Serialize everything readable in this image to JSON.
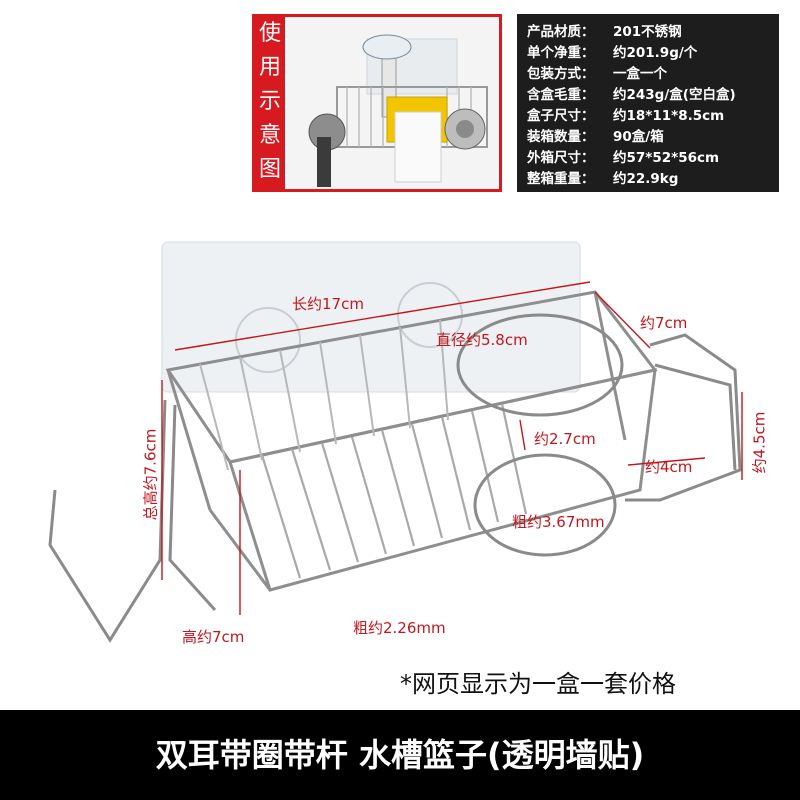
{
  "usage_panel": {
    "label_chars": [
      "使",
      "用",
      "示",
      "意",
      "图"
    ]
  },
  "specs": [
    {
      "label": "产品材质：",
      "value": "201不锈钢"
    },
    {
      "label": "单个净重：",
      "value": "约201.9g/个"
    },
    {
      "label": "包装方式：",
      "value": "一盒一个"
    },
    {
      "label": "含盒毛重：",
      "value": "约243g/盒(空白盒)"
    },
    {
      "label": "盒子尺寸：",
      "value": "约18*11*8.5cm"
    },
    {
      "label": "装箱数量：",
      "value": "90盒/箱"
    },
    {
      "label": "外箱尺寸：",
      "value": "约57*52*56cm"
    },
    {
      "label": "整箱重量：",
      "value": "约22.9kg"
    }
  ],
  "dimensions": {
    "length": "长约17cm",
    "ring_diameter": "直径约5.8cm",
    "width_7": "约7cm",
    "total_height": "总高约7.6cm",
    "gap": "约2.7cm",
    "ear_width": "约4cm",
    "ear_height": "约4.5cm",
    "ring_wire": "粗约3.67mm",
    "height": "高约7cm",
    "wire": "粗约2.26mm"
  },
  "price_note": "*网页显示为一盒一套价格",
  "footer_title": "双耳带圈带杆 水槽篮子(透明墙贴)",
  "colors": {
    "accent_red": "#d71920",
    "dimension_red": "#c4161c",
    "spec_bg": "#1d1d1d",
    "footer_bg": "#000000"
  }
}
